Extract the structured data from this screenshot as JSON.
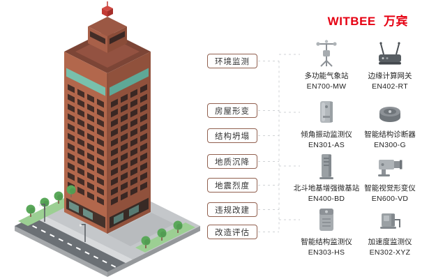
{
  "brand": {
    "name_en": "WITBEE",
    "name_cn": "万宾",
    "color": "#e60012"
  },
  "categories": [
    {
      "label": "环境监测"
    },
    {
      "label": "房屋形变"
    },
    {
      "label": "结构坍塌"
    },
    {
      "label": "地质沉降"
    },
    {
      "label": "地震烈度"
    },
    {
      "label": "违规改建"
    },
    {
      "label": "改造评估"
    }
  ],
  "devices": [
    {
      "name": "多功能气象站",
      "model": "EN700-MW",
      "icon": "weather-station-icon"
    },
    {
      "name": "边缘计算网关",
      "model": "EN402-RT",
      "icon": "edge-gateway-icon"
    },
    {
      "name": "倾角振动监测仪",
      "model": "EN301-AS",
      "icon": "tilt-vibration-sensor-icon"
    },
    {
      "name": "智能结构诊断器",
      "model": "EN300-G",
      "icon": "structure-diagnoser-icon"
    },
    {
      "name": "北斗地基增强微基站",
      "model": "EN400-BD",
      "icon": "beidou-base-station-icon"
    },
    {
      "name": "智能视觉形变仪",
      "model": "EN600-VD",
      "icon": "vision-deformation-camera-icon"
    },
    {
      "name": "智能结构监测仪",
      "model": "EN303-HS",
      "icon": "structure-monitor-icon"
    },
    {
      "name": "加速度监测仪",
      "model": "EN302-XYZ",
      "icon": "accelerometer-icon"
    }
  ]
}
